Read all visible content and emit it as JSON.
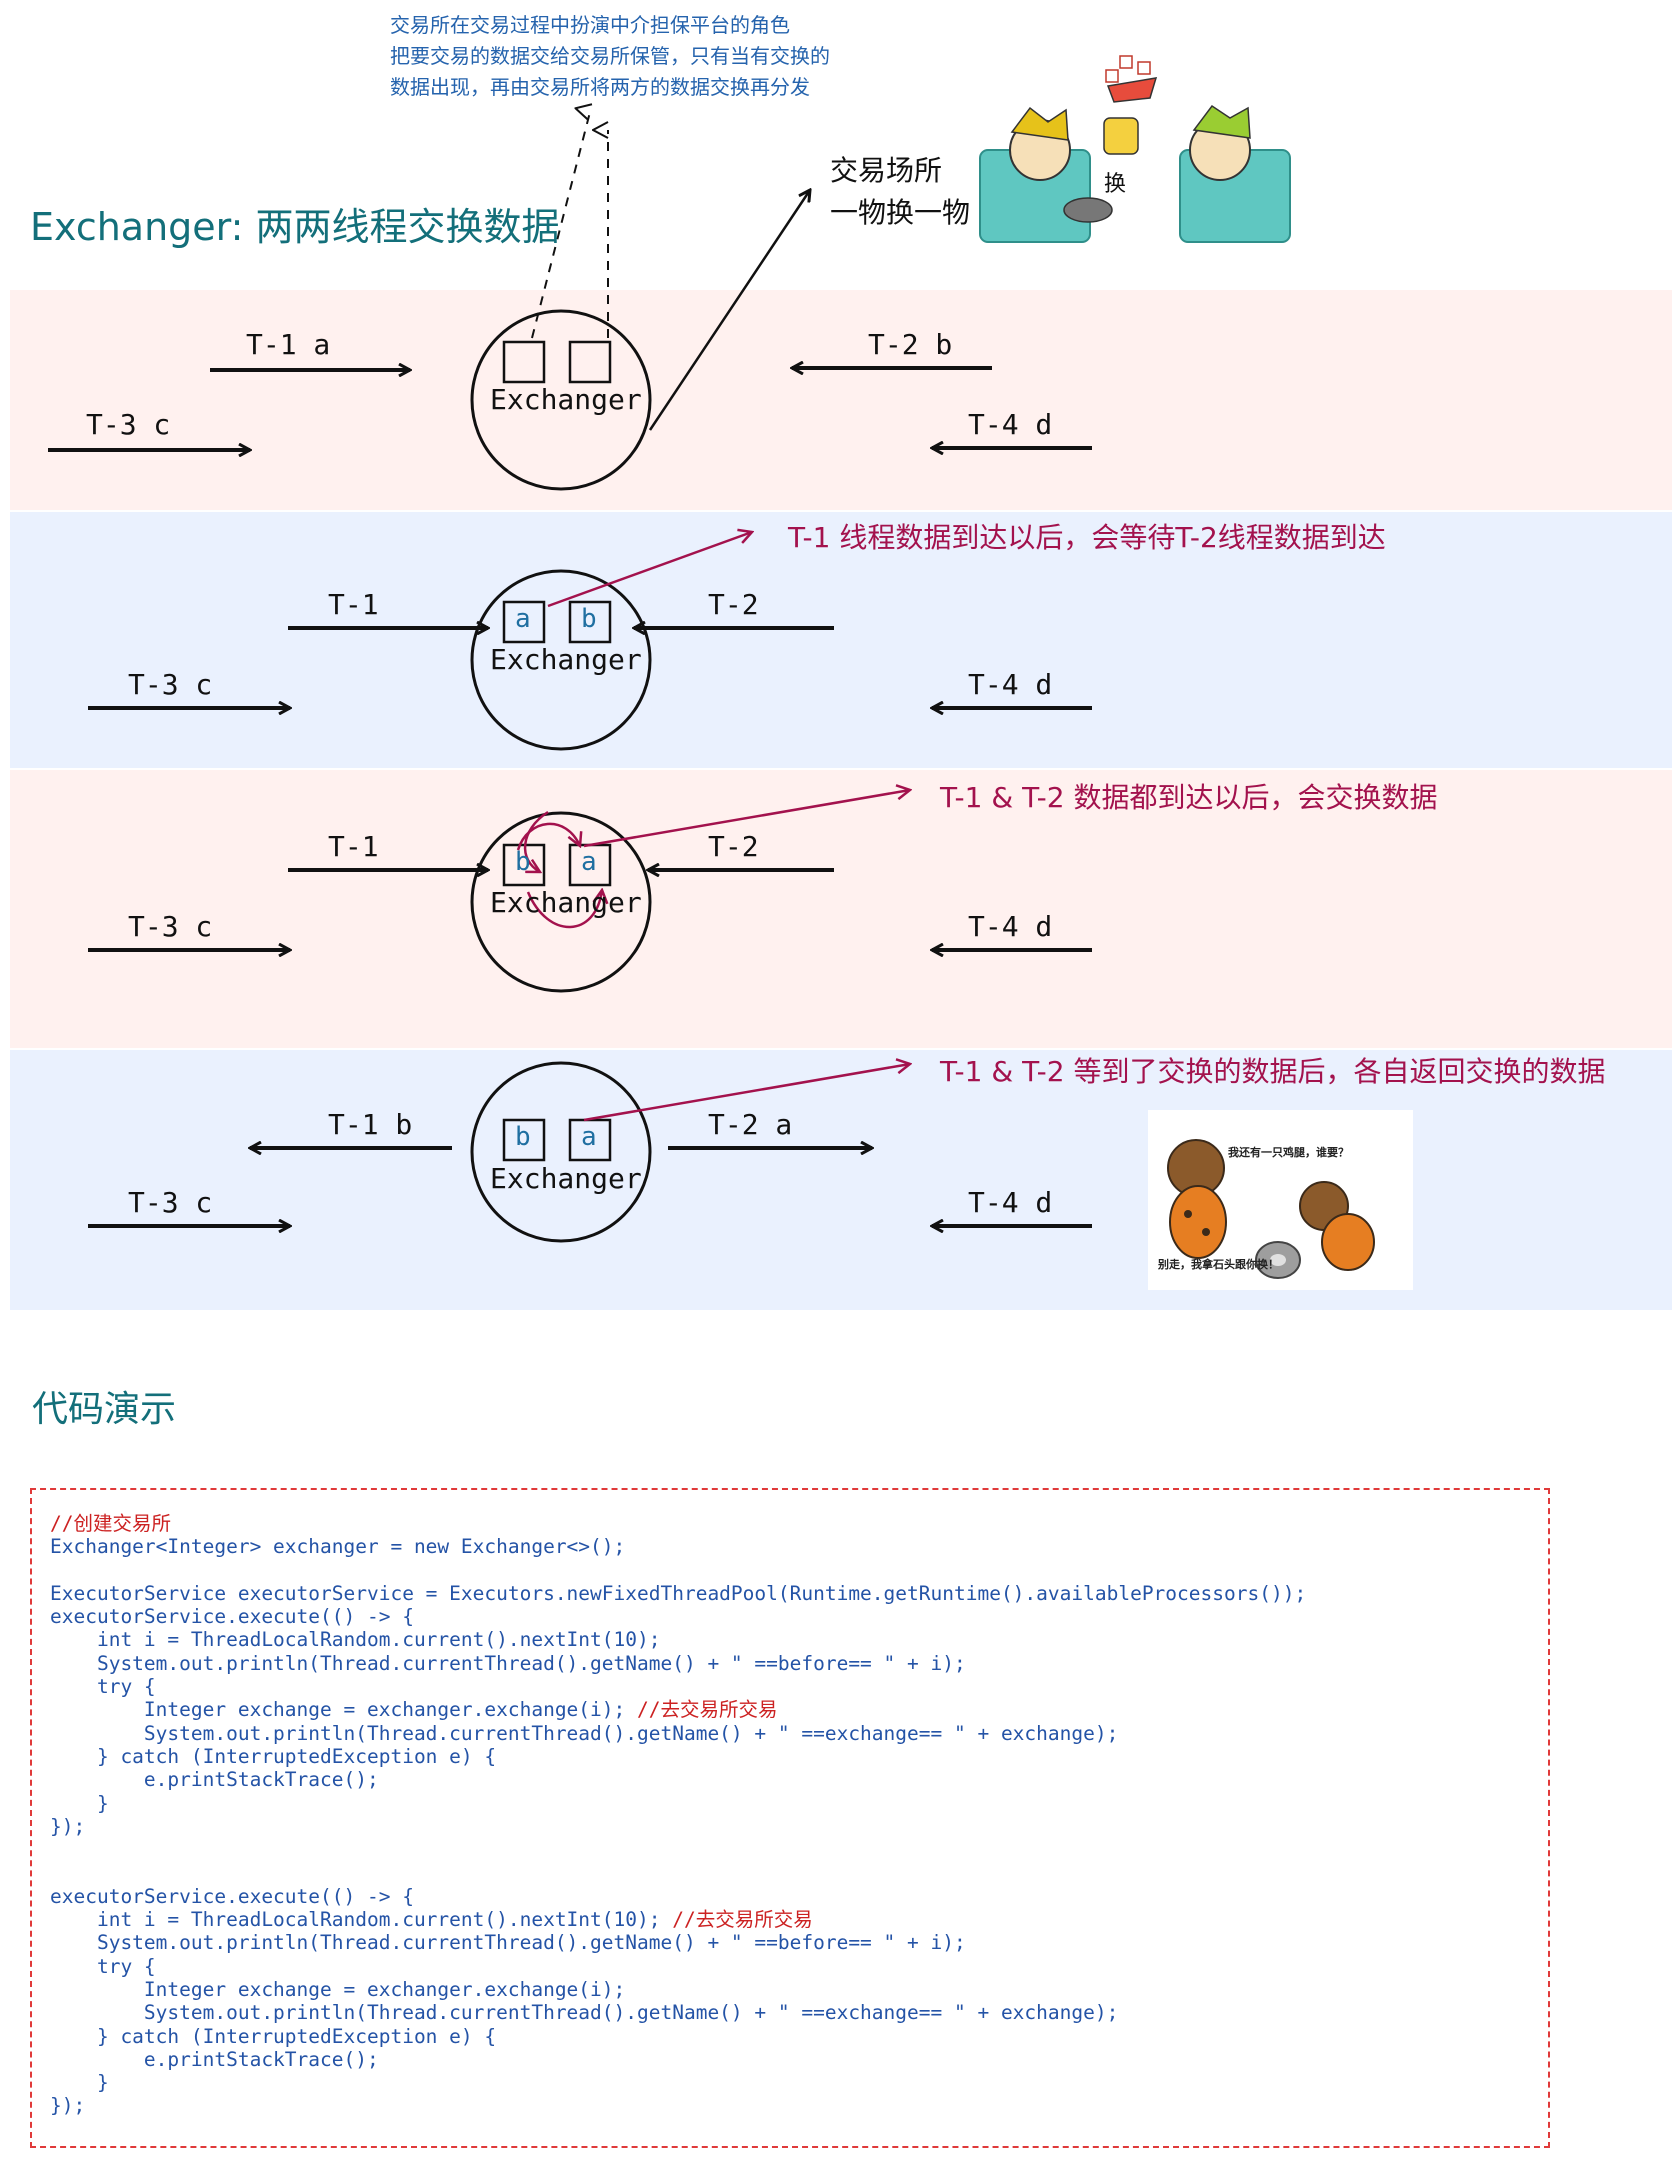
{
  "title": "Exchanger: 两两线程交换数据",
  "note_lines": [
    "交易所在交易过程中扮演中介担保平台的角色",
    "把要交易的数据交给交易所保管，只有当有交换的",
    "数据出现，再由交易所将两方的数据交换再分发"
  ],
  "market_lines": [
    "交易场所",
    "一物换一物"
  ],
  "swap_label": "换",
  "exchanger_label": "Exchanger",
  "panels": {
    "p1": {
      "t1": "T-1 a",
      "t2": "T-2 b",
      "t3": "T-3 c",
      "t4": "T-4 d"
    },
    "p2": {
      "t1": "T-1",
      "t2": "T-2",
      "t3": "T-3 c",
      "t4": "T-4 d",
      "box_left": "a",
      "box_right": "b",
      "annotation": "T-1 线程数据到达以后，会等待T-2线程数据到达"
    },
    "p3": {
      "t1": "T-1",
      "t2": "T-2",
      "t3": "T-3 c",
      "t4": "T-4 d",
      "box_left": "b",
      "box_right": "a",
      "annotation": "T-1 & T-2  数据都到达以后，会交换数据"
    },
    "p4": {
      "t1": "T-1 b",
      "t2": "T-2 a",
      "t3": "T-3 c",
      "t4": "T-4 d",
      "box_left": "b",
      "box_right": "a",
      "annotation": "T-1 & T-2  等到了交换的数据后，各自返回交换的数据"
    }
  },
  "cave_texts": [
    "我还有一只鸡腿，谁要？",
    "别走，我拿石头跟你换！"
  ],
  "code_title": "代码演示",
  "code_lines": [
    {
      "code": "",
      "comment": "//创建交易所"
    },
    {
      "code": "Exchanger<Integer> exchanger = new Exchanger<>();",
      "comment": ""
    },
    {
      "code": "",
      "comment": ""
    },
    {
      "code": "ExecutorService executorService = Executors.newFixedThreadPool(Runtime.getRuntime().availableProcessors());",
      "comment": ""
    },
    {
      "code": "executorService.execute(() -> {",
      "comment": ""
    },
    {
      "code": "    int i = ThreadLocalRandom.current().nextInt(10);",
      "comment": ""
    },
    {
      "code": "    System.out.println(Thread.currentThread().getName() + \" ==before== \" + i);",
      "comment": ""
    },
    {
      "code": "    try {",
      "comment": ""
    },
    {
      "code": "        Integer exchange = exchanger.exchange(i); ",
      "comment": "//去交易所交易"
    },
    {
      "code": "        System.out.println(Thread.currentThread().getName() + \" ==exchange== \" + exchange);",
      "comment": ""
    },
    {
      "code": "    } catch (InterruptedException e) {",
      "comment": ""
    },
    {
      "code": "        e.printStackTrace();",
      "comment": ""
    },
    {
      "code": "    }",
      "comment": ""
    },
    {
      "code": "});",
      "comment": ""
    },
    {
      "code": "",
      "comment": ""
    },
    {
      "code": "",
      "comment": ""
    },
    {
      "code": "executorService.execute(() -> {",
      "comment": ""
    },
    {
      "code": "    int i = ThreadLocalRandom.current().nextInt(10); ",
      "comment": "//去交易所交易"
    },
    {
      "code": "    System.out.println(Thread.currentThread().getName() + \" ==before== \" + i);",
      "comment": ""
    },
    {
      "code": "    try {",
      "comment": ""
    },
    {
      "code": "        Integer exchange = exchanger.exchange(i);",
      "comment": ""
    },
    {
      "code": "        System.out.println(Thread.currentThread().getName() + \" ==exchange== \" + exchange);",
      "comment": ""
    },
    {
      "code": "    } catch (InterruptedException e) {",
      "comment": ""
    },
    {
      "code": "        e.printStackTrace();",
      "comment": ""
    },
    {
      "code": "    }",
      "comment": ""
    },
    {
      "code": "});",
      "comment": ""
    }
  ],
  "colors": {
    "teal": "#136f7a",
    "annotation": "#a3124d",
    "note": "#2563ad",
    "code": "#2453a6",
    "code_comment": "#cc2222"
  }
}
